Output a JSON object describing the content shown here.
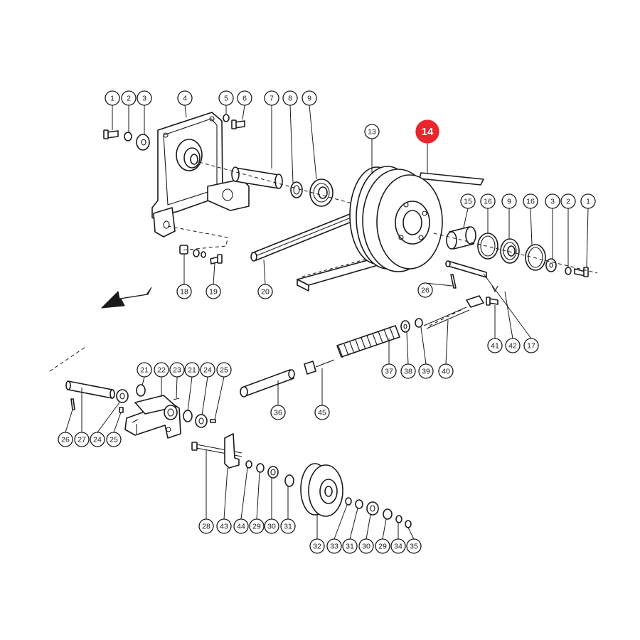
{
  "diagram": {
    "highlight_color": "#e8262b",
    "line_color": "#1a1a1a",
    "callouts": [
      {
        "id": "c1a",
        "label": "1"
      },
      {
        "id": "c2a",
        "label": "2"
      },
      {
        "id": "c3a",
        "label": "3"
      },
      {
        "id": "c4",
        "label": "4"
      },
      {
        "id": "c5",
        "label": "5"
      },
      {
        "id": "c6",
        "label": "6"
      },
      {
        "id": "c7",
        "label": "7"
      },
      {
        "id": "c8",
        "label": "8"
      },
      {
        "id": "c9a",
        "label": "9"
      },
      {
        "id": "c13",
        "label": "13"
      },
      {
        "id": "c14",
        "label": "14",
        "highlight": true
      },
      {
        "id": "c15",
        "label": "15"
      },
      {
        "id": "c16a",
        "label": "16"
      },
      {
        "id": "c9b",
        "label": "9"
      },
      {
        "id": "c16b",
        "label": "16"
      },
      {
        "id": "c3b",
        "label": "3"
      },
      {
        "id": "c2b",
        "label": "2"
      },
      {
        "id": "c1b",
        "label": "1"
      },
      {
        "id": "c18",
        "label": "18"
      },
      {
        "id": "c19",
        "label": "19"
      },
      {
        "id": "c20",
        "label": "20"
      },
      {
        "id": "c26a",
        "label": "26"
      },
      {
        "id": "c41",
        "label": "41"
      },
      {
        "id": "c42",
        "label": "42"
      },
      {
        "id": "c17",
        "label": "17"
      },
      {
        "id": "c37",
        "label": "37"
      },
      {
        "id": "c38",
        "label": "38"
      },
      {
        "id": "c39",
        "label": "39"
      },
      {
        "id": "c40",
        "label": "40"
      },
      {
        "id": "c21a",
        "label": "21"
      },
      {
        "id": "c22",
        "label": "22"
      },
      {
        "id": "c23",
        "label": "23"
      },
      {
        "id": "c21b",
        "label": "21"
      },
      {
        "id": "c24a",
        "label": "24"
      },
      {
        "id": "c25a",
        "label": "25"
      },
      {
        "id": "c36",
        "label": "36"
      },
      {
        "id": "c45",
        "label": "45"
      },
      {
        "id": "c26b",
        "label": "26"
      },
      {
        "id": "c27",
        "label": "27"
      },
      {
        "id": "c24b",
        "label": "24"
      },
      {
        "id": "c25b",
        "label": "25"
      },
      {
        "id": "c28",
        "label": "28"
      },
      {
        "id": "c43",
        "label": "43"
      },
      {
        "id": "c44",
        "label": "44"
      },
      {
        "id": "c29a",
        "label": "29"
      },
      {
        "id": "c30a",
        "label": "30"
      },
      {
        "id": "c31a",
        "label": "31"
      },
      {
        "id": "c32",
        "label": "32"
      },
      {
        "id": "c33",
        "label": "33"
      },
      {
        "id": "c31b",
        "label": "31"
      },
      {
        "id": "c30b",
        "label": "30"
      },
      {
        "id": "c29b",
        "label": "29"
      },
      {
        "id": "c34",
        "label": "34"
      },
      {
        "id": "c35",
        "label": "35"
      }
    ]
  }
}
